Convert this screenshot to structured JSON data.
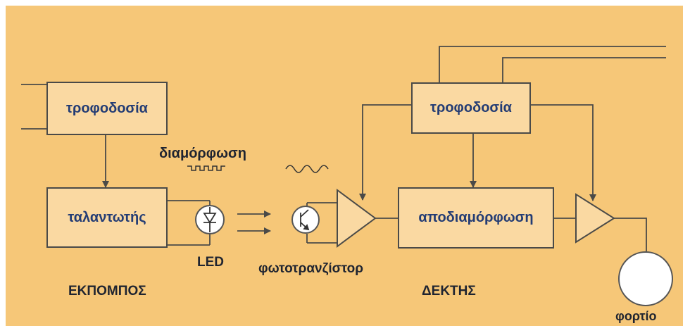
{
  "diagram": {
    "colors": {
      "background": "#f6c778",
      "block_fill": "#fad9a2",
      "block_text": "#233c74",
      "label_text": "#1f2430",
      "wire": "#4a4a48"
    },
    "transmitter": {
      "power_supply": "τροφοδοσία",
      "oscillator": "ταλαντωτής",
      "modulation_label": "διαμόρφωση",
      "led_label": "LED",
      "section_title": "ΕΚΠΟΜΠΟΣ"
    },
    "receiver": {
      "power_supply": "τροφοδοσία",
      "demodulator": "αποδιαμόρφωση",
      "phototransistor_label": "φωτοτρανζίστορ",
      "section_title": "ΔΕΚΤΗΣ",
      "load_label": "φορτίο"
    }
  }
}
